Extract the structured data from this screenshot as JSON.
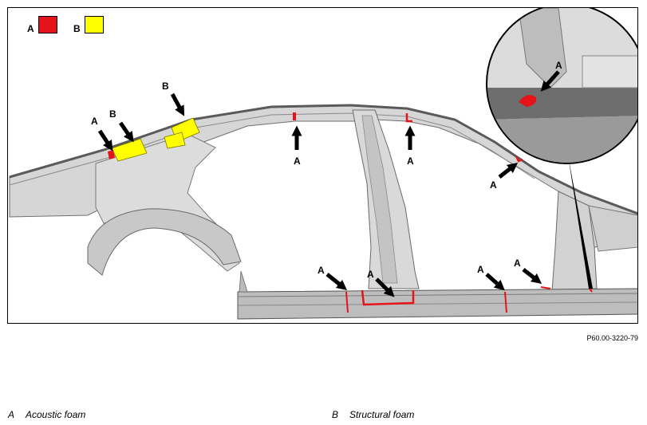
{
  "legend_key": {
    "a_letter": "A",
    "a_color": "#e5141a",
    "b_letter": "B",
    "b_color": "#ffff00"
  },
  "callouts": {
    "acoustic": "A",
    "structural": "B"
  },
  "reference_code": "P60.00-3220-79",
  "legend": [
    {
      "key": "A",
      "text": "Acoustic foam"
    },
    {
      "key": "B",
      "text": "Structural foam"
    }
  ]
}
